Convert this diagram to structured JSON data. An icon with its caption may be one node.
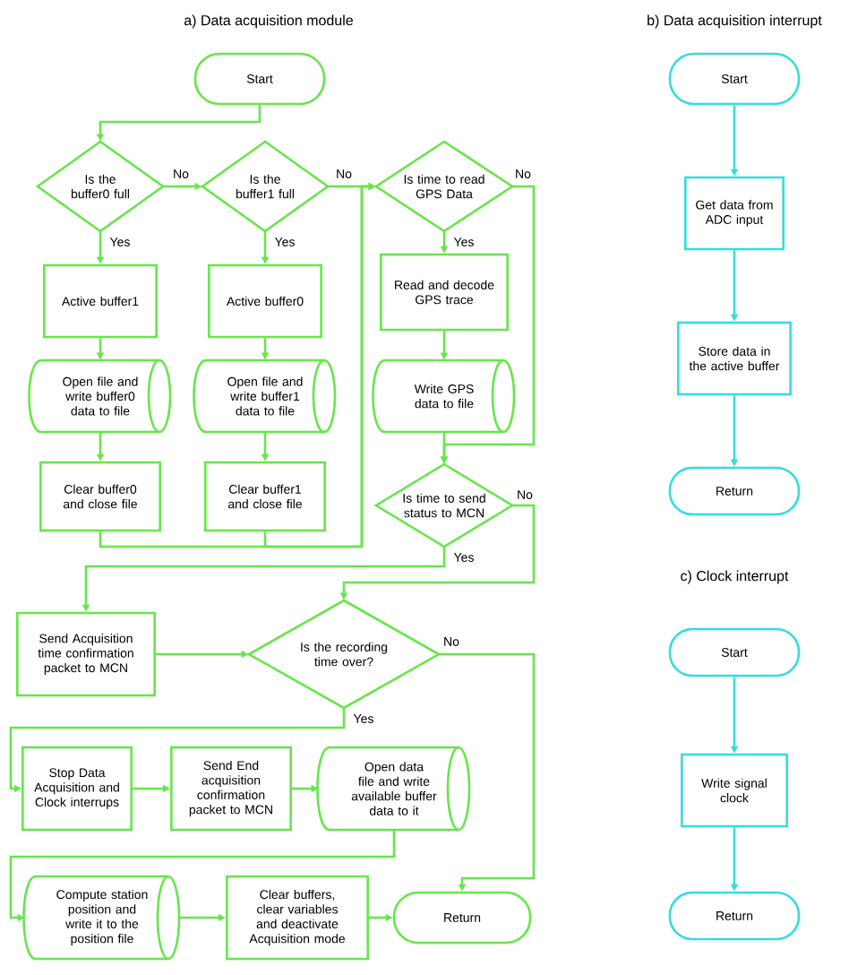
{
  "diagram": {
    "nodes": [
      {
        "text": [
          "Start"
        ]
      },
      {
        "text": [
          "Is the buffer0 full"
        ]
      },
      {
        "text": [
          "Is the buffer1 full"
        ]
      },
      {
        "text": [
          "Is time to read GPS Data"
        ]
      },
      {
        "text": [
          "Active buffer1"
        ]
      },
      {
        "text": [
          "Active buffer0"
        ]
      },
      {
        "text": [
          "Read and decode GPS trace"
        ]
      },
      {
        "text": [
          "Open file and write buffer0 data to file"
        ]
      },
      {
        "text": [
          "Open file and write buffer1 data to file"
        ]
      },
      {
        "text": [
          "Write GPS data to file"
        ]
      },
      {
        "text": [
          "Clear buffer0 and close file"
        ]
      },
      {
        "text": [
          "Clear buffer1 and close file"
        ]
      },
      {
        "text": [
          "Is time to send status to MCN"
        ]
      },
      {
        "text": [
          "Send Acquisition time confirmation packet to MCN"
        ]
      },
      {
        "text": [
          "Is the recording time over?"
        ]
      },
      {
        "text": [
          "Stop Data Acquisition and Clock interrups"
        ]
      },
      {
        "text": [
          "Send End acquisition confirmation packet to MCN"
        ]
      },
      {
        "text": [
          "Open data file and write available buffer data to it"
        ]
      },
      {
        "text": [
          "Compute station position and write it to the position file"
        ]
      },
      {
        "text": [
          "Clear buffers, clear variables and deactivate Acquisition mode"
        ]
      },
      {
        "text": [
          "Return"
        ]
      },
      {
        "text": [
          "Start"
        ]
      },
      {
        "text": [
          "Get data from ADC input"
        ]
      },
      {
        "text": [
          "Store data in the active buffer"
        ]
      },
      {
        "text": [
          "Return"
        ]
      },
      {
        "text": [
          "Start"
        ]
      },
      {
        "text": [
          "Write signal clock"
        ]
      },
      {
        "text": [
          "Return"
        ]
      }
    ],
    "edges": [
      {
        "from": 0,
        "to": 1,
        "arrow": "to"
      },
      {
        "from": 1,
        "to": 2,
        "arrow": "to",
        "label": "No"
      },
      {
        "from": 1,
        "to": 4,
        "arrow": "to",
        "label": "Yes"
      },
      {
        "from": 2,
        "to": 3,
        "arrow": "to",
        "label": "No"
      },
      {
        "from": 2,
        "to": 5,
        "arrow": "to",
        "label": "Yes"
      },
      {
        "from": 3,
        "to": 6,
        "arrow": "to",
        "label": "Yes"
      },
      {
        "from": 3,
        "to": 12,
        "arrow": "to",
        "label": "No"
      },
      {
        "from": 4,
        "to": 7,
        "arrow": "to"
      },
      {
        "from": 7,
        "to": 10,
        "arrow": "to"
      },
      {
        "from": 5,
        "to": 8,
        "arrow": "to"
      },
      {
        "from": 8,
        "to": 11,
        "arrow": "to"
      },
      {
        "from": 6,
        "to": 9,
        "arrow": "to"
      },
      {
        "from": 9,
        "to": 12,
        "arrow": "to"
      },
      {
        "from": 10,
        "to": 3,
        "arrow": "to"
      },
      {
        "from": 11,
        "to": 3,
        "arrow": "to"
      },
      {
        "from": 12,
        "to": 13,
        "arrow": "to",
        "label": "Yes"
      },
      {
        "from": 12,
        "to": 14,
        "arrow": "to",
        "label": "No"
      },
      {
        "from": 13,
        "to": 14,
        "arrow": "to"
      },
      {
        "from": 14,
        "to": 15,
        "arrow": "to",
        "label": "Yes"
      },
      {
        "from": 14,
        "to": 20,
        "arrow": "to",
        "label": "No"
      },
      {
        "from": 15,
        "to": 16,
        "arrow": "to"
      },
      {
        "from": 16,
        "to": 17,
        "arrow": "to"
      },
      {
        "from": 17,
        "to": 18,
        "arrow": "to"
      },
      {
        "from": 18,
        "to": 19,
        "arrow": "to"
      },
      {
        "from": 19,
        "to": 20,
        "arrow": "to"
      },
      {
        "from": 21,
        "to": 22,
        "arrow": "to",
        "color": "#33dddd"
      },
      {
        "from": 22,
        "to": 23,
        "arrow": "to",
        "color": "#33dddd"
      },
      {
        "from": 23,
        "to": 24,
        "arrow": "to",
        "color": "#33dddd"
      },
      {
        "from": 25,
        "to": 26,
        "arrow": "to",
        "color": "#33dddd"
      },
      {
        "from": 26,
        "to": 27,
        "arrow": "to",
        "color": "#33dddd"
      }
    ],
    "labels": [
      "a) Data acquisition module",
      "b) Data acquisition interrupt",
      "c) Clock interrupt"
    ]
  }
}
